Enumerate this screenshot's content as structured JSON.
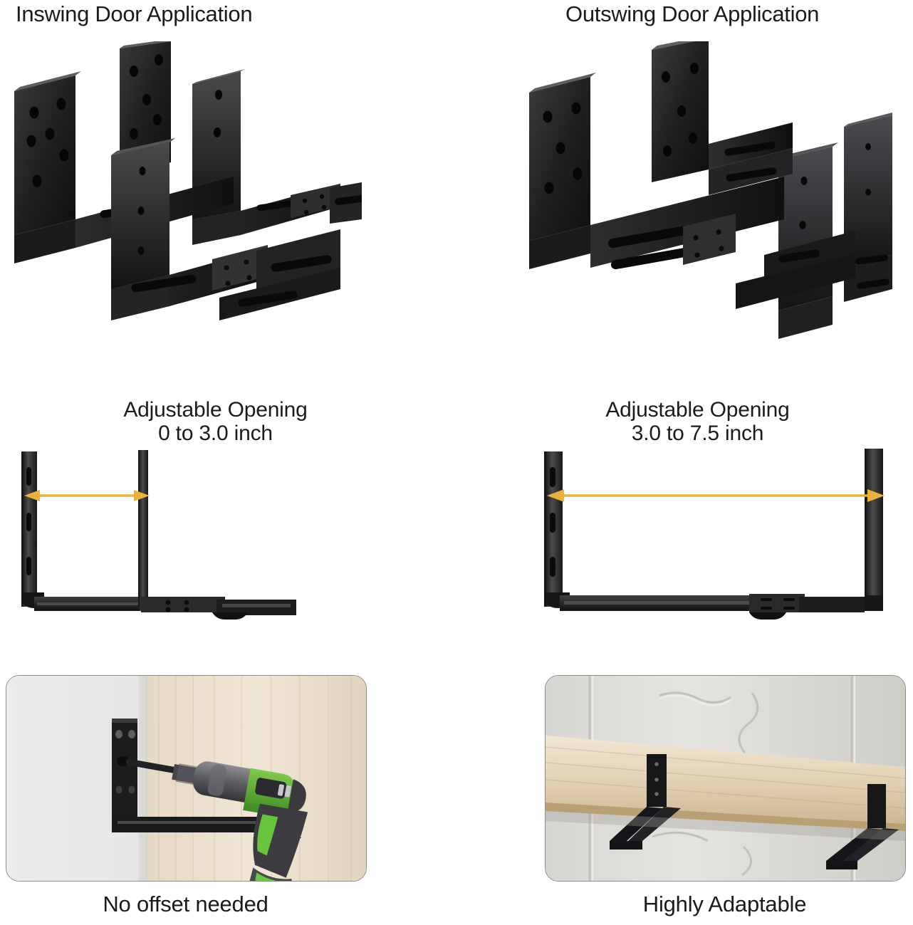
{
  "page": {
    "background": "#ffffff",
    "text_color": "#1b1b1b",
    "accent_arrow_color": "#eab13c",
    "metal_color": "#1a1a1a"
  },
  "columns": {
    "left": {
      "heading": "Inswing Door Application",
      "product_photo": {
        "icon_name": "inswing-bracket-pair-photo",
        "description": "Pair of black adjustable steel door security brackets, narrow setting"
      },
      "diagram": {
        "label_line1": "Adjustable Opening",
        "label_line2": "0 to 3.0 inch",
        "min_inch": 0,
        "max_inch": 3.0,
        "arrow_color": "#eab13c",
        "icon_name": "narrow-opening-arrow"
      },
      "application_photo": {
        "icon_name": "drill-install-photo",
        "description": "Cordless drill driving a screw into a black bracket on a wooden door jamb"
      },
      "caption": "No offset needed"
    },
    "right": {
      "heading": "Outswing Door Application",
      "product_photo": {
        "icon_name": "outswing-bracket-pair-photo",
        "description": "Pair of black adjustable steel door security brackets, wide setting"
      },
      "diagram": {
        "label_line1": "Adjustable Opening",
        "label_line2": "3.0 to 7.5 inch",
        "min_inch": 3.0,
        "max_inch": 7.5,
        "arrow_color": "#eab13c",
        "icon_name": "wide-opening-arrow"
      },
      "application_photo": {
        "icon_name": "beam-mounted-photo",
        "description": "Wooden 2x4 barricade beam resting in two black brackets across a white panel door"
      },
      "caption": "Highly Adaptable"
    }
  }
}
